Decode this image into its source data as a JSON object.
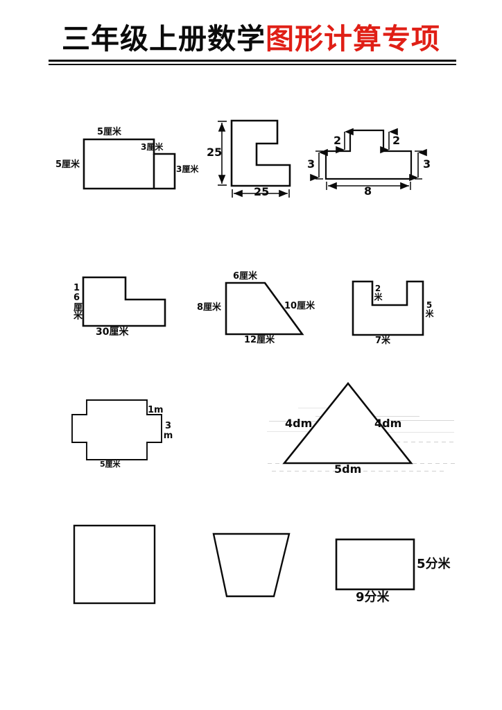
{
  "title": {
    "black_part": "三年级上册数学",
    "red_part": "图形计算专项",
    "red_color": "#e01f16",
    "black_color": "#0b0b0b"
  },
  "figures": [
    {
      "id": "fig-1-step-rectangles",
      "name": "step-rectangle-figure",
      "type": "composite-rectangles",
      "labels": {
        "top_left": "5厘米",
        "left_side": "5厘米",
        "top_right": "3厘米",
        "right_side": "3厘米"
      }
    },
    {
      "id": "fig-2-l-shape-25",
      "name": "l-shape-figure",
      "type": "l-shape-with-dimension-arrows",
      "labels": {
        "height": "25",
        "width": "25"
      }
    },
    {
      "id": "fig-3-t-shape",
      "name": "t-shape-figure",
      "type": "t-shape-with-dimension-arrows",
      "labels": {
        "left_notch": "2",
        "right_notch": "2",
        "left_height": "3",
        "right_height": "3",
        "base_width": "8"
      }
    },
    {
      "id": "fig-4-l-shape-cm",
      "name": "l-shape-centimetre-figure",
      "type": "l-shape",
      "labels": {
        "left_side": "16厘米",
        "bottom": "30厘米"
      }
    },
    {
      "id": "fig-5-right-trapezoid",
      "name": "right-trapezoid-figure",
      "type": "right-trapezoid",
      "labels": {
        "top": "6厘米",
        "left": "8厘米",
        "slant": "10厘米",
        "bottom": "12厘米"
      }
    },
    {
      "id": "fig-6-u-shape",
      "name": "u-shape-figure",
      "type": "u-shape",
      "labels": {
        "notch_depth": "2米",
        "right_side": "5米",
        "bottom": "7米"
      }
    },
    {
      "id": "fig-7-cross-shape",
      "name": "cross-shape-figure",
      "type": "cross-shape",
      "labels": {
        "tab_width": "1m",
        "right_side": "3m",
        "bottom": "5厘米"
      }
    },
    {
      "id": "fig-8-triangle",
      "name": "isosceles-triangle-figure",
      "type": "isosceles-triangle",
      "labels": {
        "left_side": "4dm",
        "right_side": "4dm",
        "base": "5dm"
      }
    },
    {
      "id": "fig-9-square",
      "name": "plain-square-figure",
      "type": "square",
      "labels": {}
    },
    {
      "id": "fig-10-inverted-trapezoid",
      "name": "inverted-trapezoid-figure",
      "type": "trapezoid",
      "labels": {}
    },
    {
      "id": "fig-11-rectangle-dm",
      "name": "rectangle-decimetre-figure",
      "type": "rectangle",
      "labels": {
        "right_side": "5分米",
        "bottom": "9分米"
      }
    }
  ]
}
